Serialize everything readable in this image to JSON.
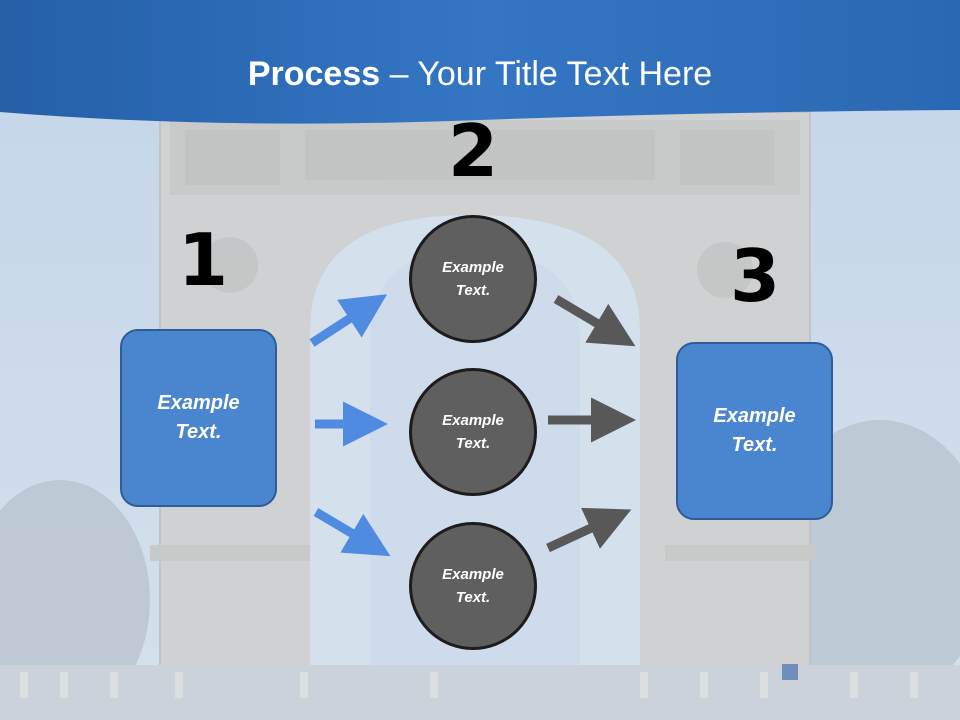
{
  "title": {
    "bold": "Process",
    "rest": " – Your Title Text Here"
  },
  "steps": {
    "one": "1",
    "two": "2",
    "three": "3"
  },
  "left_box": {
    "text": "Example Text."
  },
  "right_box": {
    "text": "Example Text."
  },
  "circles": [
    {
      "text": "Example Text."
    },
    {
      "text": "Example Text."
    },
    {
      "text": "Example Text."
    }
  ],
  "colors": {
    "header_blue": "#2f6cb6",
    "box_blue": "#4a86d0",
    "arrow_blue": "#4f8be0",
    "arrow_gray": "#585858",
    "circle_gray": "#5f5f5f"
  }
}
